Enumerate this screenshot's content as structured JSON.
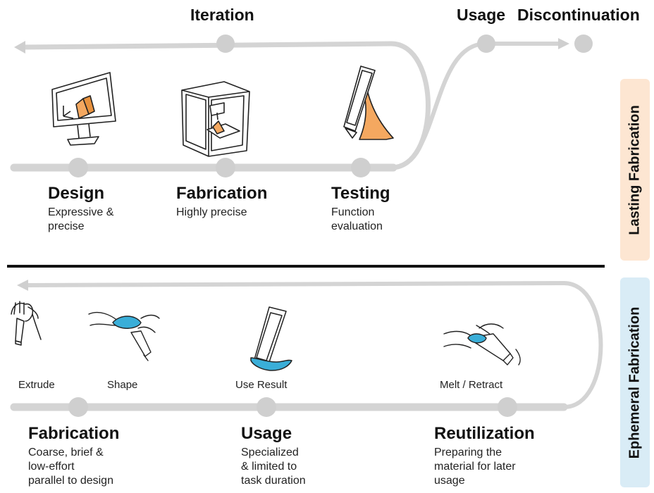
{
  "top_headers": {
    "iteration": "Iteration",
    "usage": "Usage",
    "discontinuation": "Discontinuation"
  },
  "lasting": {
    "side_label": "Lasting Fabrication",
    "side_color": "#fde6d2",
    "stages": [
      {
        "title": "Design",
        "desc": "Expressive &\nprecise"
      },
      {
        "title": "Fabrication",
        "desc": "Highly precise"
      },
      {
        "title": "Testing",
        "desc": "Function\nevaluation"
      }
    ]
  },
  "ephemeral": {
    "side_label": "Ephemeral Fabrication",
    "side_color": "#d9ecf6",
    "step_labels": [
      "Extrude",
      "Shape",
      "Use Result",
      "Melt / Retract"
    ],
    "stages": [
      {
        "title": "Fabrication",
        "desc": "Coarse, brief &\nlow-effort\nparallel to design"
      },
      {
        "title": "Usage",
        "desc": "Specialized\n& limited to\ntask duration"
      },
      {
        "title": "Reutilization",
        "desc": "Preparing the\nmaterial for later\nusage"
      }
    ]
  },
  "colors": {
    "track": "#d4d4d4",
    "node": "#cfcfcf",
    "accent_orange": "#f4a860",
    "accent_blue": "#3aaed8",
    "divider": "#111111"
  }
}
